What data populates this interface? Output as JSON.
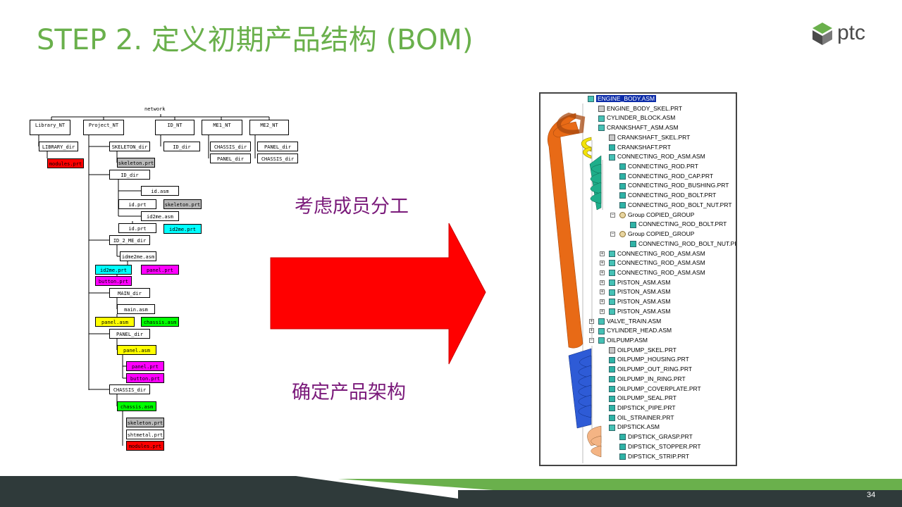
{
  "title": "STEP 2. 定义初期产品结构 (BOM)",
  "logo": {
    "text": "ptc"
  },
  "captions": {
    "top": "考虑成员分工",
    "bottom": "确定产品架构"
  },
  "network": {
    "root": "network",
    "boxes": {
      "library_nt": "Library_NT",
      "project_nt": "Project_NT",
      "id_nt": "ID_NT",
      "me1_nt": "ME1_NT",
      "me2_nt": "ME2_NT",
      "library_dir": "LIBRARY_dir",
      "modules_prt_lib": "modules.prt",
      "skeleton_dir": "SKELETON_dir",
      "skeleton_prt_1": "skeleton.prt",
      "id_dir_proj": "ID_dir",
      "id_asm": "id.asm",
      "id_prt_1": "id.prt",
      "skeleton_prt_2": "skeleton.prt",
      "id2me_asm": "id2me.asm",
      "id_prt_2": "id.prt",
      "id2me_prt": "id2me.prt",
      "id_2_me_dir": "ID_2_ME_dir",
      "idme2me_asm": "idme2me.asm",
      "id2me_prt_2": "id2me.prt",
      "panel_prt_1": "panel.prt",
      "button_prt_1": "button.prt",
      "main_dir": "MAIN_dir",
      "main_asm": "main.asm",
      "panel_asm_1": "panel.asm",
      "chassis_asm_1": "chassis.asm",
      "panel_dir_proj": "PANEL_dir",
      "panel_asm_2": "panel.asm",
      "panel_prt_2": "panel.prt",
      "button_prt_2": "button.prt",
      "chassis_dir_proj": "CHASSIS_dir",
      "chassis_asm_2": "chassis.asm",
      "skeleton_prt_3": "skeleton.prt",
      "shtmetal_prt": "shtmetal.prt",
      "modules_prt_2": "modules.prt",
      "id_dir_id": "ID_dir",
      "chassis_dir_me1": "CHASSIS_dir",
      "panel_dir_me1": "PANEL_dir",
      "panel_dir_me2": "PANEL_dir",
      "chassis_dir_me2": "CHASSIS_dir"
    },
    "colors": {
      "red": "#ff0000",
      "gray": "#b8b8b8",
      "cyan": "#00ffff",
      "magenta": "#ff00ff",
      "yellow": "#ffff00",
      "green": "#00ff00"
    }
  },
  "arrow": {
    "color": "#ff0000"
  },
  "bom_tree": {
    "rows": [
      {
        "label": "ENGINE_BODY.ASM",
        "icon": "asm",
        "level": 0,
        "expander": "",
        "selected": true
      },
      {
        "label": "ENGINE_BODY_SKEL.PRT",
        "icon": "skel",
        "level": 1,
        "expander": ""
      },
      {
        "label": "CYLINDER_BLOCK.ASM",
        "icon": "asm",
        "level": 1,
        "expander": ""
      },
      {
        "label": "CRANKSHAFT_ASM.ASM",
        "icon": "asm",
        "level": 1,
        "expander": ""
      },
      {
        "label": "CRANKSHAFT_SKEL.PRT",
        "icon": "skel",
        "level": 2,
        "expander": ""
      },
      {
        "label": "CRANKSHAFT.PRT",
        "icon": "prt",
        "level": 2,
        "expander": ""
      },
      {
        "label": "CONNECTING_ROD_ASM.ASM",
        "icon": "asm",
        "level": 2,
        "expander": ""
      },
      {
        "label": "CONNECTING_ROD.PRT",
        "icon": "prt",
        "level": 3,
        "expander": ""
      },
      {
        "label": "CONNECTING_ROD_CAP.PRT",
        "icon": "prt",
        "level": 3,
        "expander": ""
      },
      {
        "label": "CONNECTING_ROD_BUSHING.PRT",
        "icon": "prt",
        "level": 3,
        "expander": ""
      },
      {
        "label": "CONNECTING_ROD_BOLT.PRT",
        "icon": "prt",
        "level": 3,
        "expander": ""
      },
      {
        "label": "CONNECTING_ROD_BOLT_NUT.PRT",
        "icon": "prt",
        "level": 3,
        "expander": ""
      },
      {
        "label": "Group COPIED_GROUP",
        "icon": "group",
        "level": 3,
        "expander": "−"
      },
      {
        "label": "CONNECTING_ROD_BOLT.PRT",
        "icon": "prt",
        "level": 4,
        "expander": ""
      },
      {
        "label": "Group COPIED_GROUP",
        "icon": "group",
        "level": 3,
        "expander": "−"
      },
      {
        "label": "CONNECTING_ROD_BOLT_NUT.PRT",
        "icon": "prt",
        "level": 4,
        "expander": ""
      },
      {
        "label": "CONNECTING_ROD_ASM.ASM",
        "icon": "asm",
        "level": 2,
        "expander": "+"
      },
      {
        "label": "CONNECTING_ROD_ASM.ASM",
        "icon": "asm",
        "level": 2,
        "expander": "+"
      },
      {
        "label": "CONNECTING_ROD_ASM.ASM",
        "icon": "asm",
        "level": 2,
        "expander": "+"
      },
      {
        "label": "PISTON_ASM.ASM",
        "icon": "asm",
        "level": 2,
        "expander": "+"
      },
      {
        "label": "PISTON_ASM.ASM",
        "icon": "asm",
        "level": 2,
        "expander": "+"
      },
      {
        "label": "PISTON_ASM.ASM",
        "icon": "asm",
        "level": 2,
        "expander": "+"
      },
      {
        "label": "PISTON_ASM.ASM",
        "icon": "asm",
        "level": 2,
        "expander": "+"
      },
      {
        "label": "VALVE_TRAIN.ASM",
        "icon": "asm",
        "level": 1,
        "expander": "+"
      },
      {
        "label": "CYLINDER_HEAD.ASM",
        "icon": "asm",
        "level": 1,
        "expander": "+"
      },
      {
        "label": "OILPUMP.ASM",
        "icon": "asm",
        "level": 1,
        "expander": "−"
      },
      {
        "label": "OILPUMP_SKEL.PRT",
        "icon": "skel",
        "level": 2,
        "expander": ""
      },
      {
        "label": "OILPUMP_HOUSING.PRT",
        "icon": "prt",
        "level": 2,
        "expander": ""
      },
      {
        "label": "OILPUMP_OUT_RING.PRT",
        "icon": "prt",
        "level": 2,
        "expander": ""
      },
      {
        "label": "OILPUMP_IN_RING.PRT",
        "icon": "prt",
        "level": 2,
        "expander": ""
      },
      {
        "label": "OILPUMP_COVERPLATE.PRT",
        "icon": "prt",
        "level": 2,
        "expander": ""
      },
      {
        "label": "OILPUMP_SEAL.PRT",
        "icon": "prt",
        "level": 2,
        "expander": ""
      },
      {
        "label": "DIPSTICK_PIPE.PRT",
        "icon": "prt",
        "level": 2,
        "expander": ""
      },
      {
        "label": "OIL_STRAINER.PRT",
        "icon": "prt",
        "level": 2,
        "expander": ""
      },
      {
        "label": "DIPSTICK.ASM",
        "icon": "asm",
        "level": 2,
        "expander": ""
      },
      {
        "label": "DIPSTICK_GRASP.PRT",
        "icon": "prt",
        "level": 3,
        "expander": ""
      },
      {
        "label": "DIPSTICK_STOPPER.PRT",
        "icon": "prt",
        "level": 3,
        "expander": ""
      },
      {
        "label": "DIPSTICK_STRIP.PRT",
        "icon": "prt",
        "level": 3,
        "expander": ""
      }
    ]
  },
  "footer": {
    "page_number": "34",
    "dark_color": "#2f3a3a",
    "green_color": "#6ab04c"
  }
}
